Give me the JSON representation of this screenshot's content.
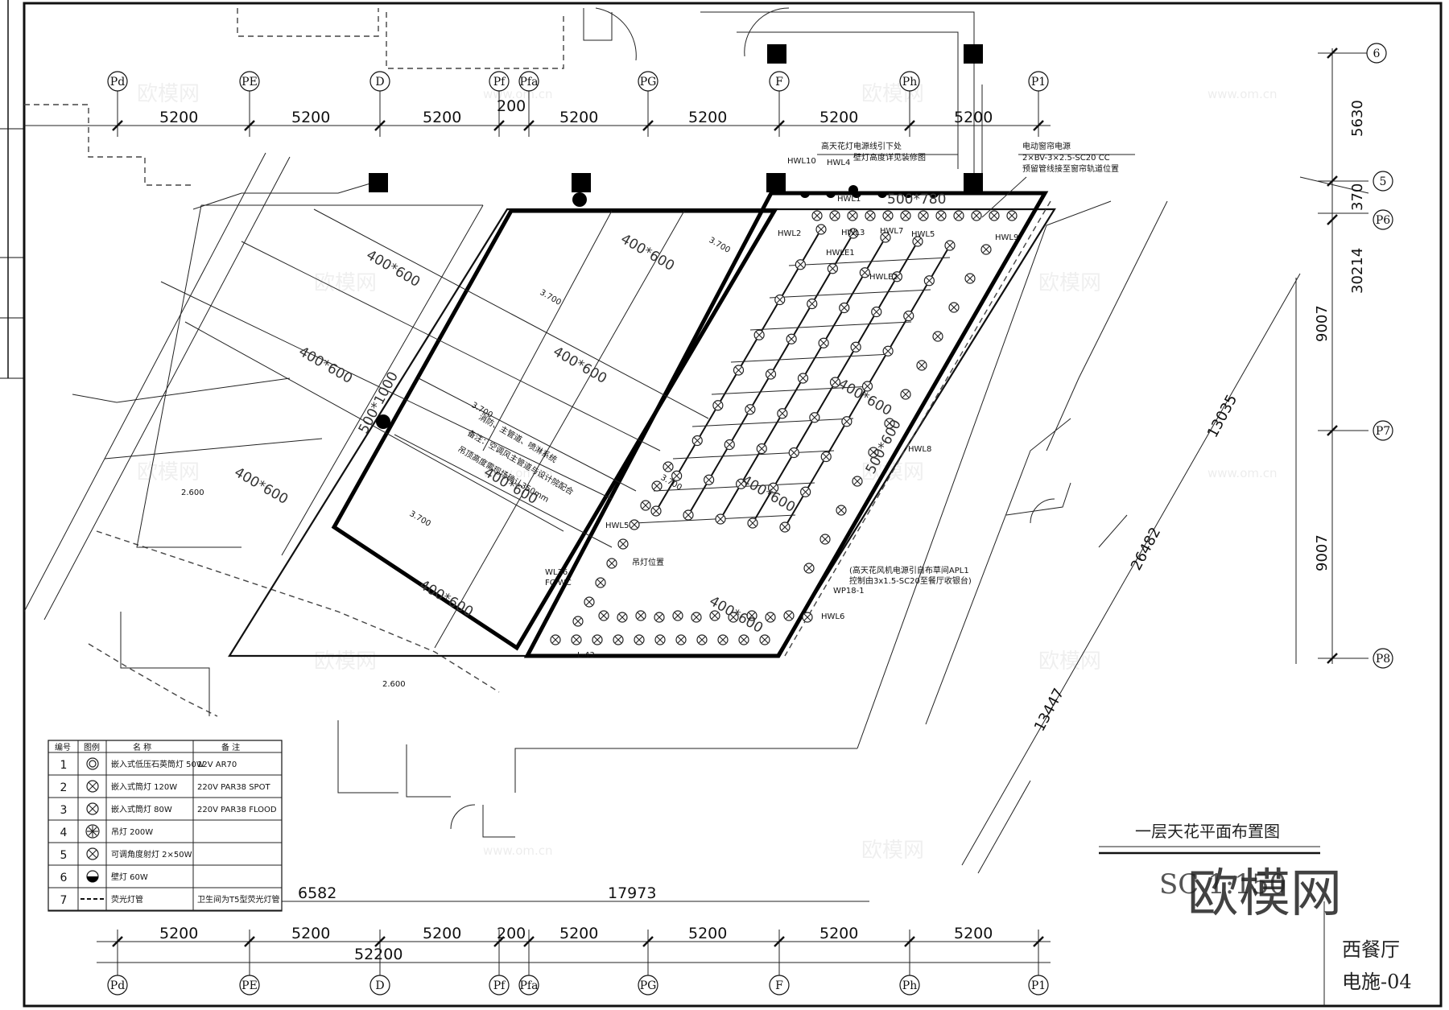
{
  "axes_top": [
    "Pd",
    "PE",
    "D",
    "Pf",
    "Pfa",
    "PG",
    "F",
    "Ph",
    "P1"
  ],
  "axes_bottom": [
    "Pd",
    "PE",
    "D",
    "Pf",
    "Pfa",
    "PG",
    "F",
    "Ph",
    "P1"
  ],
  "axes_right": [
    "6",
    "5",
    "P6",
    "P7",
    "P8"
  ],
  "dims_top": [
    "5200",
    "5200",
    "5200",
    "5200",
    "5200",
    "5200",
    "5200"
  ],
  "dim_top_small": "200",
  "dims_bottom": [
    "5200",
    "5200",
    "5200",
    "5200",
    "5200",
    "5200",
    "5200"
  ],
  "dim_bottom_small": "200",
  "dim_total": "52200",
  "dims_lower": [
    "6582",
    "17973"
  ],
  "dims_right": [
    "5630",
    "370",
    "30214",
    "9007",
    "9007"
  ],
  "dims_diag": [
    "13035",
    "26482",
    "13447"
  ],
  "ducts": [
    "400*600",
    "400*600",
    "400*600",
    "400*600",
    "400*600",
    "400*600",
    "400*600",
    "400*600",
    "500*1000",
    "500*780",
    "500*600",
    "400*600",
    "400*600"
  ],
  "levels": [
    "3.700",
    "3.700",
    "3.700",
    "3.700",
    "3.700",
    "2.600",
    "2.600"
  ],
  "circuits": [
    "HWL10",
    "HWL4",
    "HWL1",
    "HWL2",
    "HWL3",
    "HWL7",
    "HWL5",
    "HWL9",
    "HWLE1",
    "HWLE2",
    "HWL8",
    "HWL5",
    "HWL6",
    "WL36",
    "FC WC",
    "WP18-1",
    "L-43"
  ],
  "notes": {
    "ceiling_power": "高天花灯电源线引下处",
    "wall_lamp": "壁灯高度详见装修图",
    "power_spec": "电动窗帘电源",
    "power_spec2": "2×BV-3×2.5-SC20 CC",
    "power_spec3": "预留管线接至窗帘轨道位置",
    "fan_power": "(高天花风机电源引自布草间APL1",
    "fan_power2": "控制由3x1.5-SC20至餐厅收银台)",
    "fire_note": "消防、主管道、喷淋系统",
    "mep_note": "备注：空调风主管道与设计院配合",
    "mep_note2": "吊顶高度需现场确认350mm",
    "chandelier_note": "吊灯位置"
  },
  "legend": {
    "headers": [
      "编号",
      "图例",
      "名 称",
      "备 注"
    ],
    "rows": [
      {
        "no": "1",
        "name": "嵌入式低压石英筒灯 50W",
        "remark": "12V AR70"
      },
      {
        "no": "2",
        "name": "嵌入式筒灯 120W",
        "remark": "220V PAR38 SPOT"
      },
      {
        "no": "3",
        "name": "嵌入式筒灯 80W",
        "remark": "220V PAR38 FLOOD"
      },
      {
        "no": "4",
        "name": "吊灯 200W",
        "remark": ""
      },
      {
        "no": "5",
        "name": "可调角度射灯 2×50W",
        "remark": ""
      },
      {
        "no": "6",
        "name": "壁灯 60W",
        "remark": ""
      },
      {
        "no": "7",
        "name": "荧光灯管",
        "remark": "卫生间为T5型荧光灯管"
      }
    ]
  },
  "drawing_title": "一层天花平面布置图",
  "scale_text": "SC  1:150",
  "brand": "欧模网",
  "sheet_name": "西餐厅",
  "sheet_no": "电施-04",
  "watermark_text": "欧模网",
  "watermark_url": "www.om.cn"
}
